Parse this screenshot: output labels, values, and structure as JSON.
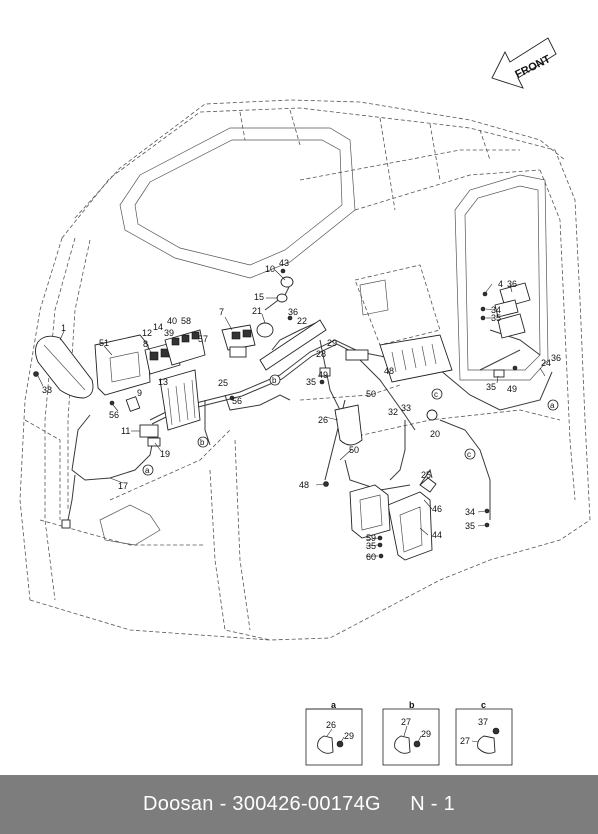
{
  "direction_label": "FRONT",
  "footer": {
    "brand": "Doosan",
    "part_number": "300426-00174G",
    "page": "N - 1"
  },
  "callouts": [
    {
      "id": "c1",
      "text": "1"
    },
    {
      "id": "c4",
      "text": "4"
    },
    {
      "id": "c7",
      "text": "7"
    },
    {
      "id": "c8",
      "text": "8"
    },
    {
      "id": "c9",
      "text": "9"
    },
    {
      "id": "c10",
      "text": "10"
    },
    {
      "id": "c11",
      "text": "11"
    },
    {
      "id": "c12",
      "text": "12"
    },
    {
      "id": "c13",
      "text": "13"
    },
    {
      "id": "c14",
      "text": "14"
    },
    {
      "id": "c15",
      "text": "15"
    },
    {
      "id": "c17",
      "text": "17"
    },
    {
      "id": "c19",
      "text": "19"
    },
    {
      "id": "c20",
      "text": "20"
    },
    {
      "id": "c21",
      "text": "21"
    },
    {
      "id": "c22",
      "text": "22"
    },
    {
      "id": "c24",
      "text": "24"
    },
    {
      "id": "c25a",
      "text": "25"
    },
    {
      "id": "c25b",
      "text": "25"
    },
    {
      "id": "c26",
      "text": "26"
    },
    {
      "id": "c28",
      "text": "28"
    },
    {
      "id": "c29",
      "text": "29"
    },
    {
      "id": "c32",
      "text": "32"
    },
    {
      "id": "c33",
      "text": "33"
    },
    {
      "id": "c34a",
      "text": "34"
    },
    {
      "id": "c34b",
      "text": "34"
    },
    {
      "id": "c35a",
      "text": "35"
    },
    {
      "id": "c35b",
      "text": "35"
    },
    {
      "id": "c35c",
      "text": "35"
    },
    {
      "id": "c35d",
      "text": "35"
    },
    {
      "id": "c35e",
      "text": "35"
    },
    {
      "id": "c36a",
      "text": "36"
    },
    {
      "id": "c36b",
      "text": "36"
    },
    {
      "id": "c36c",
      "text": "36"
    },
    {
      "id": "c38",
      "text": "38"
    },
    {
      "id": "c39",
      "text": "39"
    },
    {
      "id": "c40",
      "text": "40"
    },
    {
      "id": "c43",
      "text": "43"
    },
    {
      "id": "c44",
      "text": "44"
    },
    {
      "id": "c46",
      "text": "46"
    },
    {
      "id": "c48a",
      "text": "48"
    },
    {
      "id": "c48b",
      "text": "48"
    },
    {
      "id": "c49a",
      "text": "49"
    },
    {
      "id": "c49b",
      "text": "49"
    },
    {
      "id": "c50a",
      "text": "50"
    },
    {
      "id": "c50b",
      "text": "50"
    },
    {
      "id": "c51",
      "text": "51"
    },
    {
      "id": "c56a",
      "text": "56"
    },
    {
      "id": "c56b",
      "text": "56"
    },
    {
      "id": "c57",
      "text": "57"
    },
    {
      "id": "c58",
      "text": "58"
    },
    {
      "id": "c59",
      "text": "59"
    },
    {
      "id": "c60",
      "text": "60"
    }
  ],
  "circle_refs": [
    {
      "id": "r_a1",
      "text": "a"
    },
    {
      "id": "r_a2",
      "text": "a"
    },
    {
      "id": "r_b1",
      "text": "b"
    },
    {
      "id": "r_b2",
      "text": "b"
    },
    {
      "id": "r_c1",
      "text": "c"
    },
    {
      "id": "r_c2",
      "text": "c"
    }
  ],
  "detail_views": [
    {
      "id": "a",
      "title": "a",
      "labels": [
        "26",
        "29"
      ]
    },
    {
      "id": "b",
      "title": "b",
      "labels": [
        "27",
        "29"
      ]
    },
    {
      "id": "c",
      "title": "c",
      "labels": [
        "37",
        "27"
      ]
    }
  ]
}
